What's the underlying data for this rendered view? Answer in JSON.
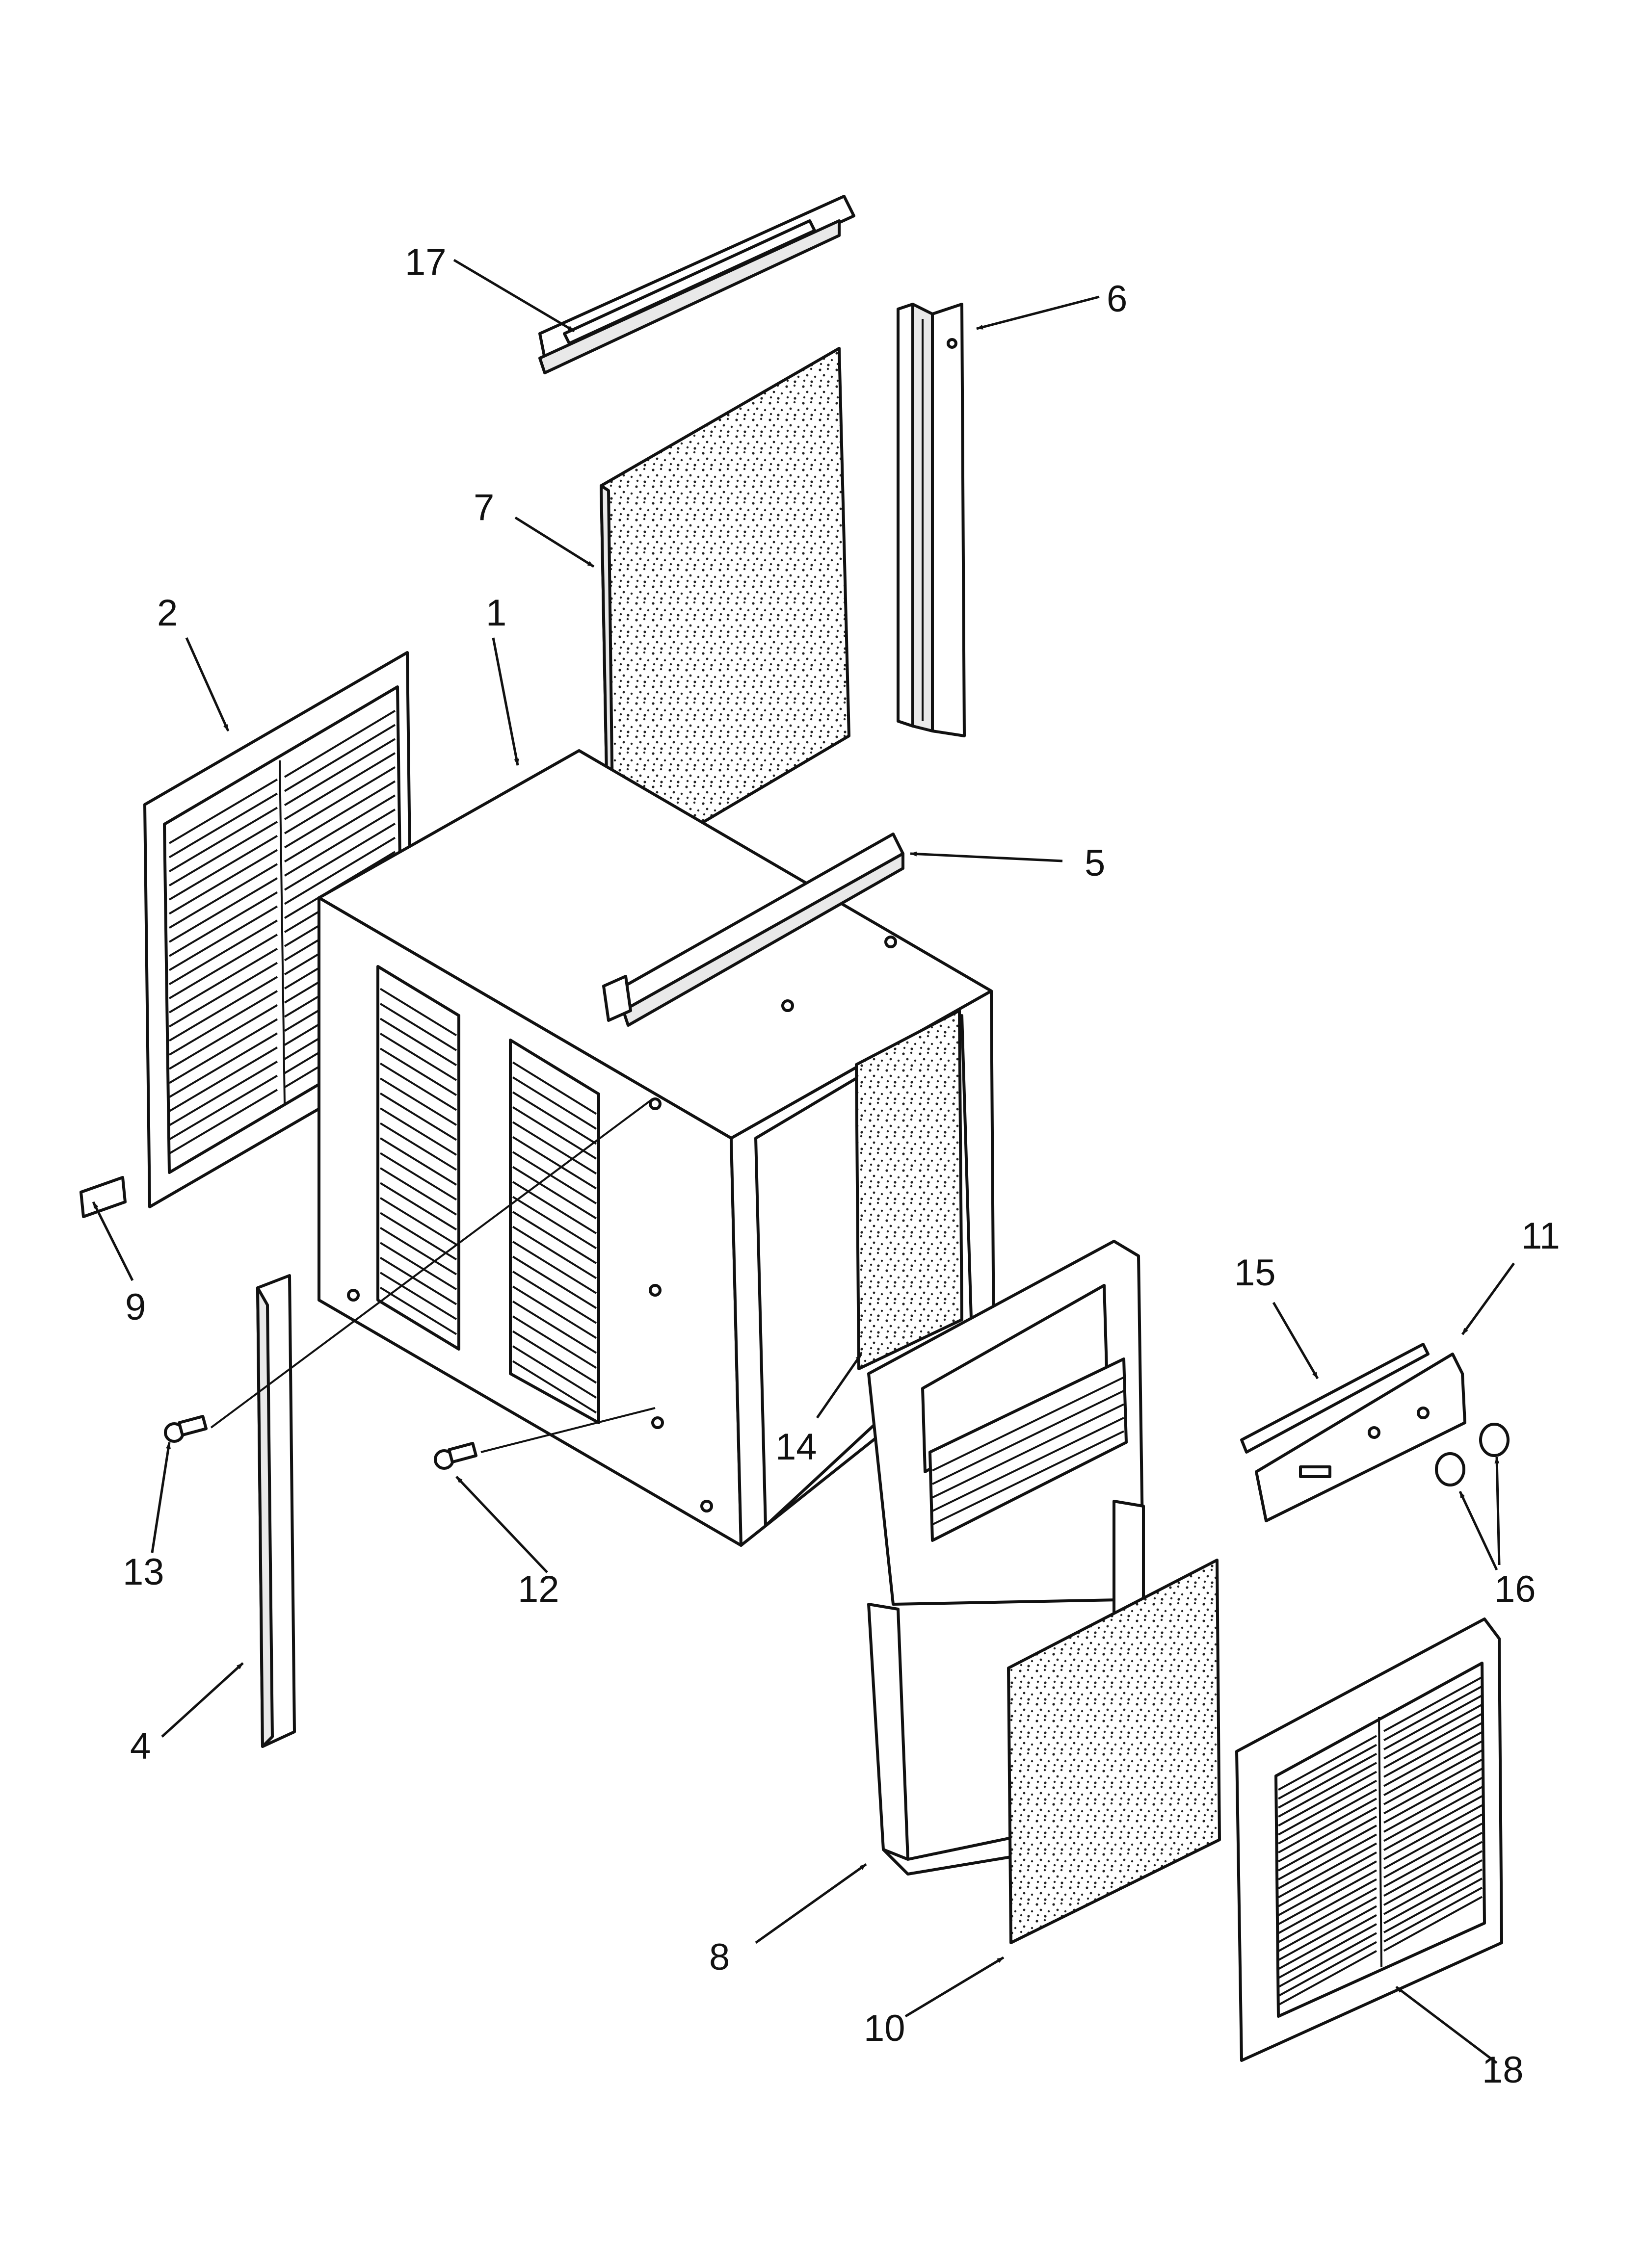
{
  "callouts": [
    {
      "id": "1",
      "label": "1"
    },
    {
      "id": "2",
      "label": "2"
    },
    {
      "id": "4",
      "label": "4"
    },
    {
      "id": "5",
      "label": "5"
    },
    {
      "id": "6",
      "label": "6"
    },
    {
      "id": "7",
      "label": "7"
    },
    {
      "id": "8",
      "label": "8"
    },
    {
      "id": "9",
      "label": "9"
    },
    {
      "id": "10",
      "label": "10"
    },
    {
      "id": "11",
      "label": "11"
    },
    {
      "id": "12",
      "label": "12"
    },
    {
      "id": "13",
      "label": "13"
    },
    {
      "id": "14",
      "label": "14"
    },
    {
      "id": "15",
      "label": "15"
    },
    {
      "id": "16",
      "label": "16"
    },
    {
      "id": "17",
      "label": "17"
    },
    {
      "id": "18",
      "label": "18"
    }
  ],
  "colors": {
    "line": "#111111",
    "background": "#ffffff",
    "shade": "#e9e9e9"
  }
}
